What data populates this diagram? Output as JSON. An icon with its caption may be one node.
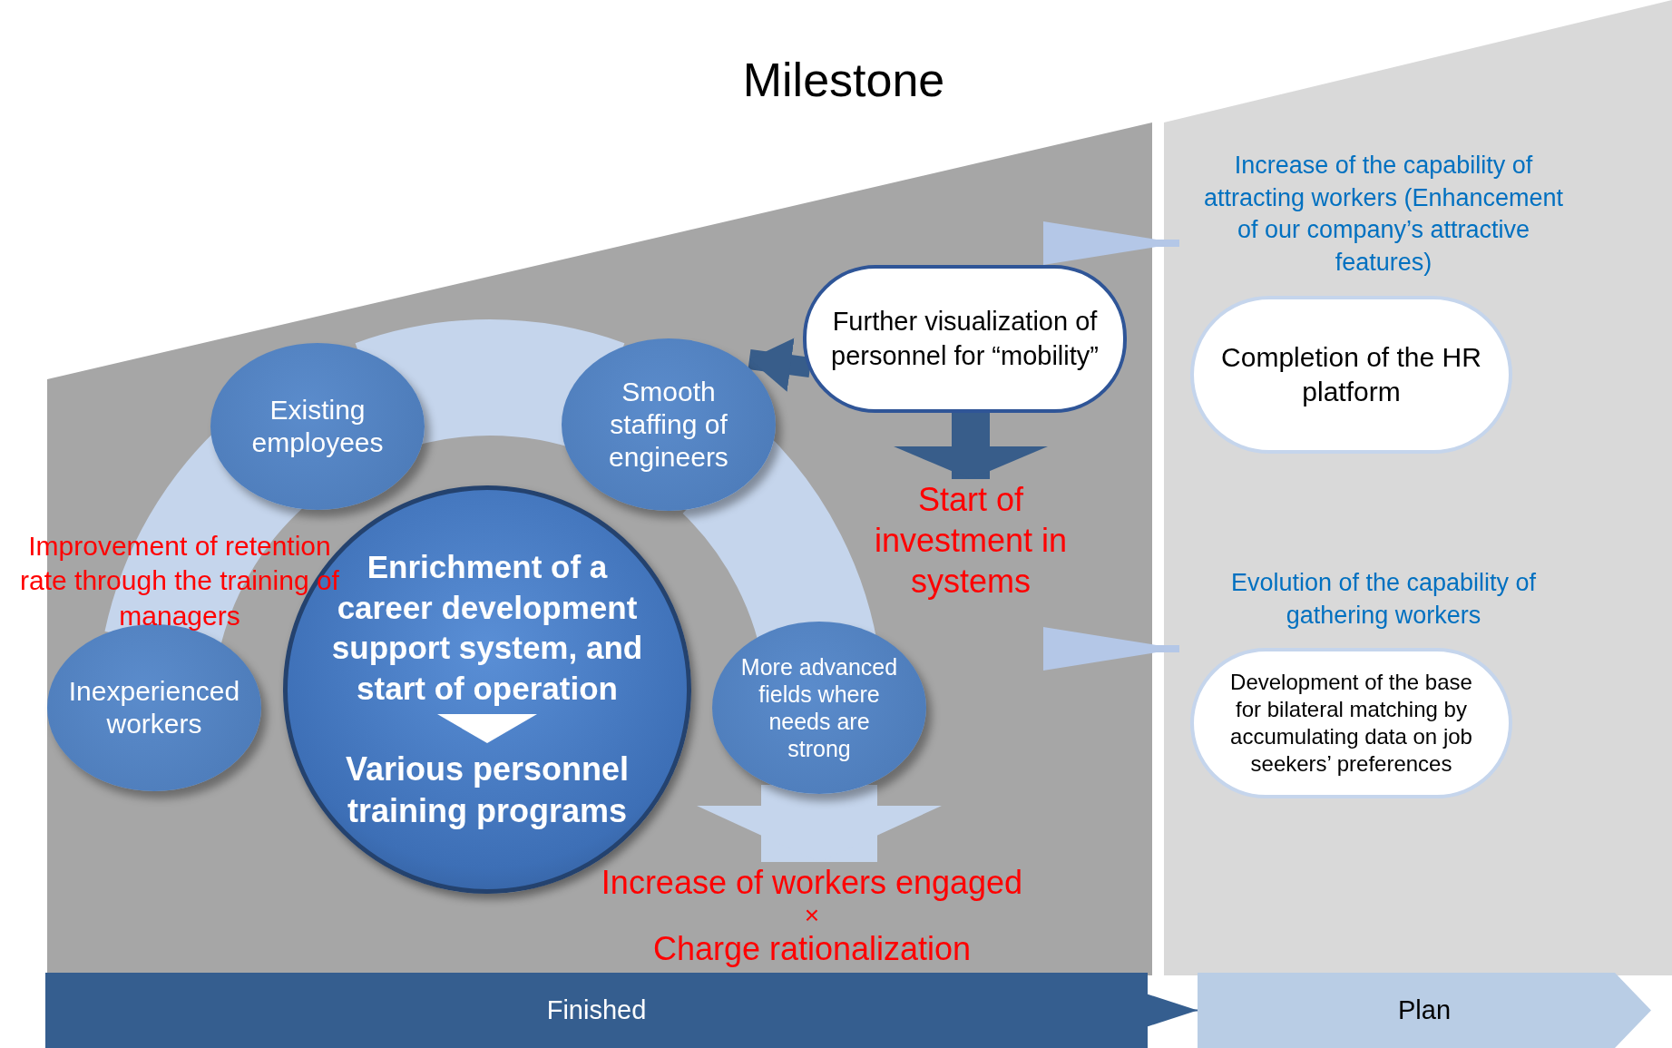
{
  "diagram": {
    "title": "Milestone",
    "nodes": [
      {
        "text": [
          "Existing employees"
        ]
      },
      {
        "text": [
          "Smooth staffing of engineers"
        ]
      },
      {
        "text": [
          "Inexperienced workers"
        ]
      },
      {
        "text": [
          "Enrichment of a career development support system, and start of operation",
          "Various personnel training programs"
        ]
      },
      {
        "text": [
          "More advanced fields where needs are strong"
        ]
      },
      {
        "text": [
          "Further visualization of personnel for “mobility”"
        ]
      },
      {
        "text": [
          "Start of investment in systems"
        ]
      },
      {
        "text": [
          "Increase of workers engaged",
          "×",
          "Charge rationalization"
        ]
      },
      {
        "text": [
          "Increase of the capability of attracting workers (Enhancement of our company’s attractive features)",
          "Completion of the HR platform"
        ]
      },
      {
        "text": [
          "Evolution of the capability of gathering workers",
          "Development of the base for bilateral matching by accumulating data on job seekers’ preferences"
        ]
      },
      {
        "text": [
          "Finished"
        ]
      },
      {
        "text": [
          "Plan"
        ]
      }
    ],
    "edges": [
      {
        "from": 2,
        "to": 0,
        "arrow": "none",
        "style": "thick",
        "color": "#c5d5ec"
      },
      {
        "from": 0,
        "to": 1,
        "arrow": "none",
        "style": "thick",
        "color": "#c5d5ec"
      },
      {
        "from": 1,
        "to": 4,
        "arrow": "none",
        "style": "thick",
        "color": "#c5d5ec"
      },
      {
        "from": 4,
        "to": 7,
        "arrow": "to",
        "style": "thick",
        "color": "#c5d5ec"
      },
      {
        "from": 5,
        "to": 1,
        "arrow": "to",
        "color": "#385d8a"
      },
      {
        "from": 5,
        "to": 6,
        "arrow": "to",
        "color": "#385d8a"
      },
      {
        "from": null,
        "to": 8,
        "arrow": "to",
        "color": "#b4c7e7"
      },
      {
        "from": null,
        "to": 9,
        "arrow": "to",
        "color": "#b4c7e7"
      },
      {
        "from": 10,
        "to": 11,
        "arrow": "to",
        "color": "#355e8f"
      }
    ],
    "labels": [
      "Improvement of retention rate through the training of managers"
    ]
  }
}
